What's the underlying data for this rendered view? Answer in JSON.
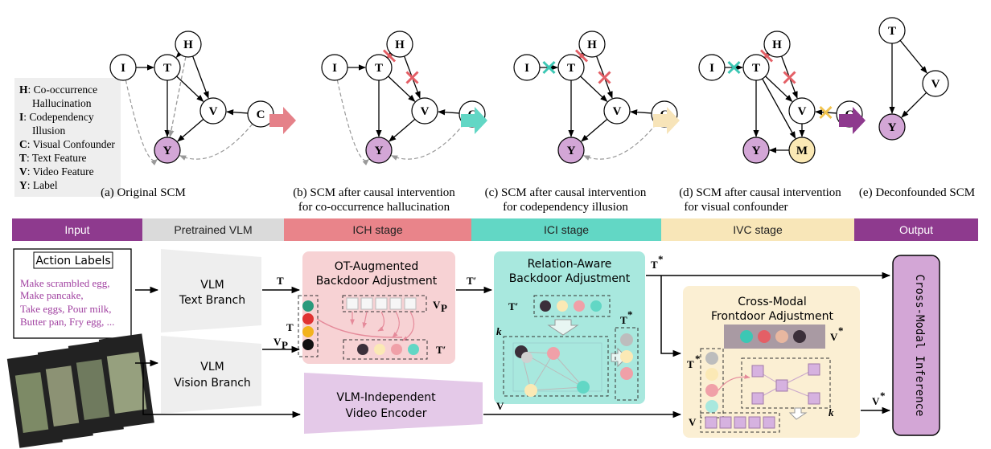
{
  "legend": [
    {
      "key": "H",
      "text": ": Co-occurrence",
      "cont": "Hallucination"
    },
    {
      "key": "I",
      "text": ": Codependency",
      "cont": "Illusion"
    },
    {
      "key": "C",
      "text": ": Visual Confounder"
    },
    {
      "key": "T",
      "text": ": Text Feature"
    },
    {
      "key": "V",
      "text": ": Video Feature"
    },
    {
      "key": "Y",
      "text": ": Label"
    }
  ],
  "scm_captions": [
    [
      "(a) Original SCM"
    ],
    [
      "(b) SCM after causal intervention",
      "for co-occurrence hallucination"
    ],
    [
      "(c) SCM after causal intervention",
      "for codependency illusion"
    ],
    [
      "(d) SCM after causal intervention",
      "for visual confounder"
    ],
    [
      "(e) Deconfounded SCM"
    ]
  ],
  "node_labels": {
    "H": "H",
    "I": "I",
    "T": "T",
    "V": "V",
    "C": "C",
    "Y": "Y",
    "M": "M"
  },
  "stages": [
    {
      "label": "Input",
      "bg": "#8e3a8e",
      "fg": "#ffffff"
    },
    {
      "label": "Pretrained VLM",
      "bg": "#dadada",
      "fg": "#222222"
    },
    {
      "label": "ICH stage",
      "bg": "#e9848a",
      "fg": "#222222"
    },
    {
      "label": "ICI stage",
      "bg": "#62d7c5",
      "fg": "#222222"
    },
    {
      "label": "IVC stage",
      "bg": "#f8e6b8",
      "fg": "#222222"
    },
    {
      "label": "Output",
      "bg": "#8e3a8e",
      "fg": "#ffffff"
    }
  ],
  "action_labels": {
    "title": "Action Labels",
    "items": [
      "Make scrambled egg,",
      "Make pancake,",
      "Take eggs, Pour milk,",
      "Butter pan, Fry egg, ..."
    ]
  },
  "vlm_text": [
    "VLM",
    "Text Branch"
  ],
  "vlm_vision": [
    "VLM",
    "Vision Branch"
  ],
  "vlm_independent": [
    "VLM-Independent",
    "Video Encoder"
  ],
  "ot_box": [
    "OT-Augmented",
    "Backdoor Adjustment"
  ],
  "relation_box": [
    "Relation-Aware",
    "Backdoor Adjustment"
  ],
  "frontdoor_box": [
    "Cross-Modal",
    "Frontdoor Adjustment"
  ],
  "inference": "Cross-Modal Inference",
  "arrow_labels": {
    "t": "T",
    "vp": "V",
    "vp_sub": "P",
    "tprime": "T′",
    "tstar": "T",
    "v": "V",
    "star": "*"
  },
  "colors": {
    "scm_purple": "#d3a6d6",
    "yellow_node": "#fbe9b5",
    "cut_red": "#e45f66",
    "cut_teal": "#3cc7b4",
    "cut_yellow": "#f2c44f",
    "arrow_red": "#e58189",
    "arrow_teal": "#62d7c5",
    "arrow_yellow": "#f7e4b9",
    "arrow_purple": "#8e3a8e"
  }
}
